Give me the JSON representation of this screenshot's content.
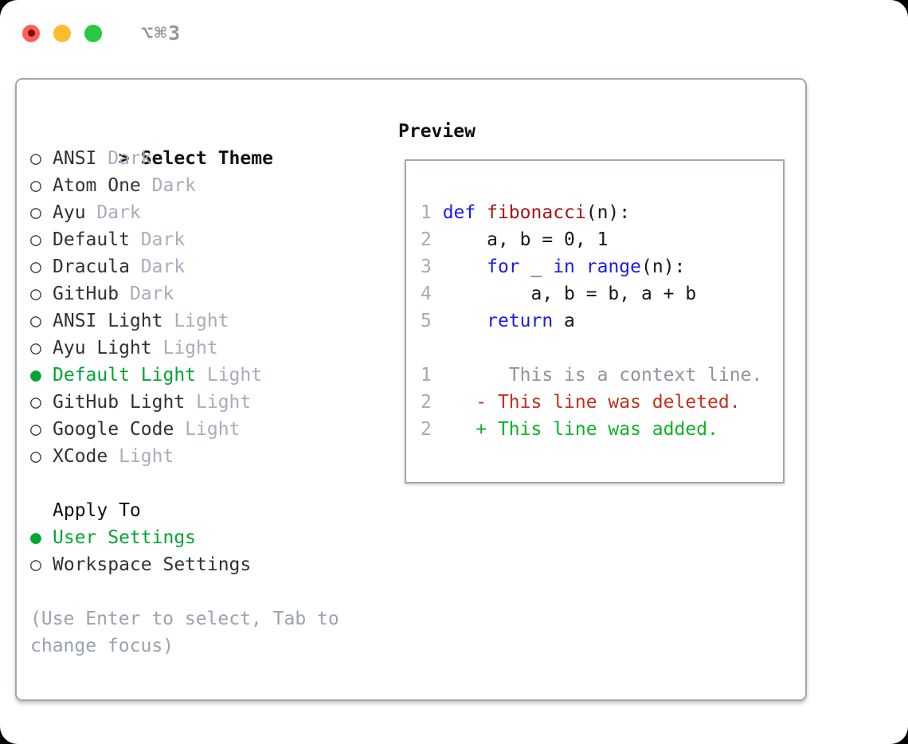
{
  "titlebar": {
    "title": "⌥⌘3"
  },
  "colors": {
    "accent_green": "#00a532",
    "keyword_blue": "#1b1bee",
    "function_red": "#a61616",
    "deleted_red": "#c5301c",
    "added_green": "#0fb224",
    "context_gray": "#8e959d",
    "linenum_gray": "#a3abb5",
    "variant_gray": "#a6aeb9",
    "hint_gray": "#9aa3ad",
    "text_dark": "#2e3238",
    "border_gray": "#a0a8b2",
    "traffic_red": "#ff5f57",
    "traffic_yellow": "#febc2e",
    "traffic_green": "#28c840"
  },
  "theme_panel": {
    "cursor": ">",
    "header": "Select Theme",
    "options": [
      {
        "name": "ANSI",
        "variant": "Dark",
        "selected": false
      },
      {
        "name": "Atom One",
        "variant": "Dark",
        "selected": false
      },
      {
        "name": "Ayu",
        "variant": "Dark",
        "selected": false
      },
      {
        "name": "Default",
        "variant": "Dark",
        "selected": false
      },
      {
        "name": "Dracula",
        "variant": "Dark",
        "selected": false
      },
      {
        "name": "GitHub",
        "variant": "Dark",
        "selected": false
      },
      {
        "name": "ANSI Light",
        "variant": "Light",
        "selected": false
      },
      {
        "name": "Ayu Light",
        "variant": "Light",
        "selected": false
      },
      {
        "name": "Default Light",
        "variant": "Light",
        "selected": true
      },
      {
        "name": "GitHub Light",
        "variant": "Light",
        "selected": false
      },
      {
        "name": "Google Code",
        "variant": "Light",
        "selected": false
      },
      {
        "name": "XCode",
        "variant": "Light",
        "selected": false
      }
    ],
    "radio_unselected_glyph": "○",
    "radio_selected_glyph": "●"
  },
  "apply_panel": {
    "header": "Apply To",
    "options": [
      {
        "label": "User Settings",
        "selected": true
      },
      {
        "label": "Workspace Settings",
        "selected": false
      }
    ]
  },
  "hint_lines": [
    "(Use Enter to select, Tab to",
    "change focus)"
  ],
  "preview": {
    "header": "Preview",
    "code_lines": [
      {
        "num": "1",
        "segments": [
          {
            "c": "k",
            "t": "def"
          },
          {
            "c": "t",
            "t": " "
          },
          {
            "c": "f",
            "t": "fibonacci"
          },
          {
            "c": "t",
            "t": "(n):"
          }
        ]
      },
      {
        "num": "2",
        "segments": [
          {
            "c": "t",
            "t": "    a, b = 0, 1"
          }
        ]
      },
      {
        "num": "3",
        "segments": [
          {
            "c": "t",
            "t": "    "
          },
          {
            "c": "k",
            "t": "for"
          },
          {
            "c": "t",
            "t": " _ "
          },
          {
            "c": "k",
            "t": "in"
          },
          {
            "c": "t",
            "t": " "
          },
          {
            "c": "k",
            "t": "range"
          },
          {
            "c": "t",
            "t": "(n):"
          }
        ]
      },
      {
        "num": "4",
        "segments": [
          {
            "c": "t",
            "t": "        a, b = b, a + b"
          }
        ]
      },
      {
        "num": "5",
        "segments": [
          {
            "c": "t",
            "t": "    "
          },
          {
            "c": "k",
            "t": "return"
          },
          {
            "c": "t",
            "t": " a"
          }
        ]
      },
      {
        "num": "",
        "segments": []
      },
      {
        "num": "1",
        "segments": [
          {
            "c": "ctx",
            "t": "      This is a context line."
          }
        ]
      },
      {
        "num": "2",
        "segments": [
          {
            "c": "del",
            "t": "   - This line was deleted."
          }
        ]
      },
      {
        "num": "2",
        "segments": [
          {
            "c": "add",
            "t": "   + This line was added."
          }
        ]
      }
    ]
  }
}
